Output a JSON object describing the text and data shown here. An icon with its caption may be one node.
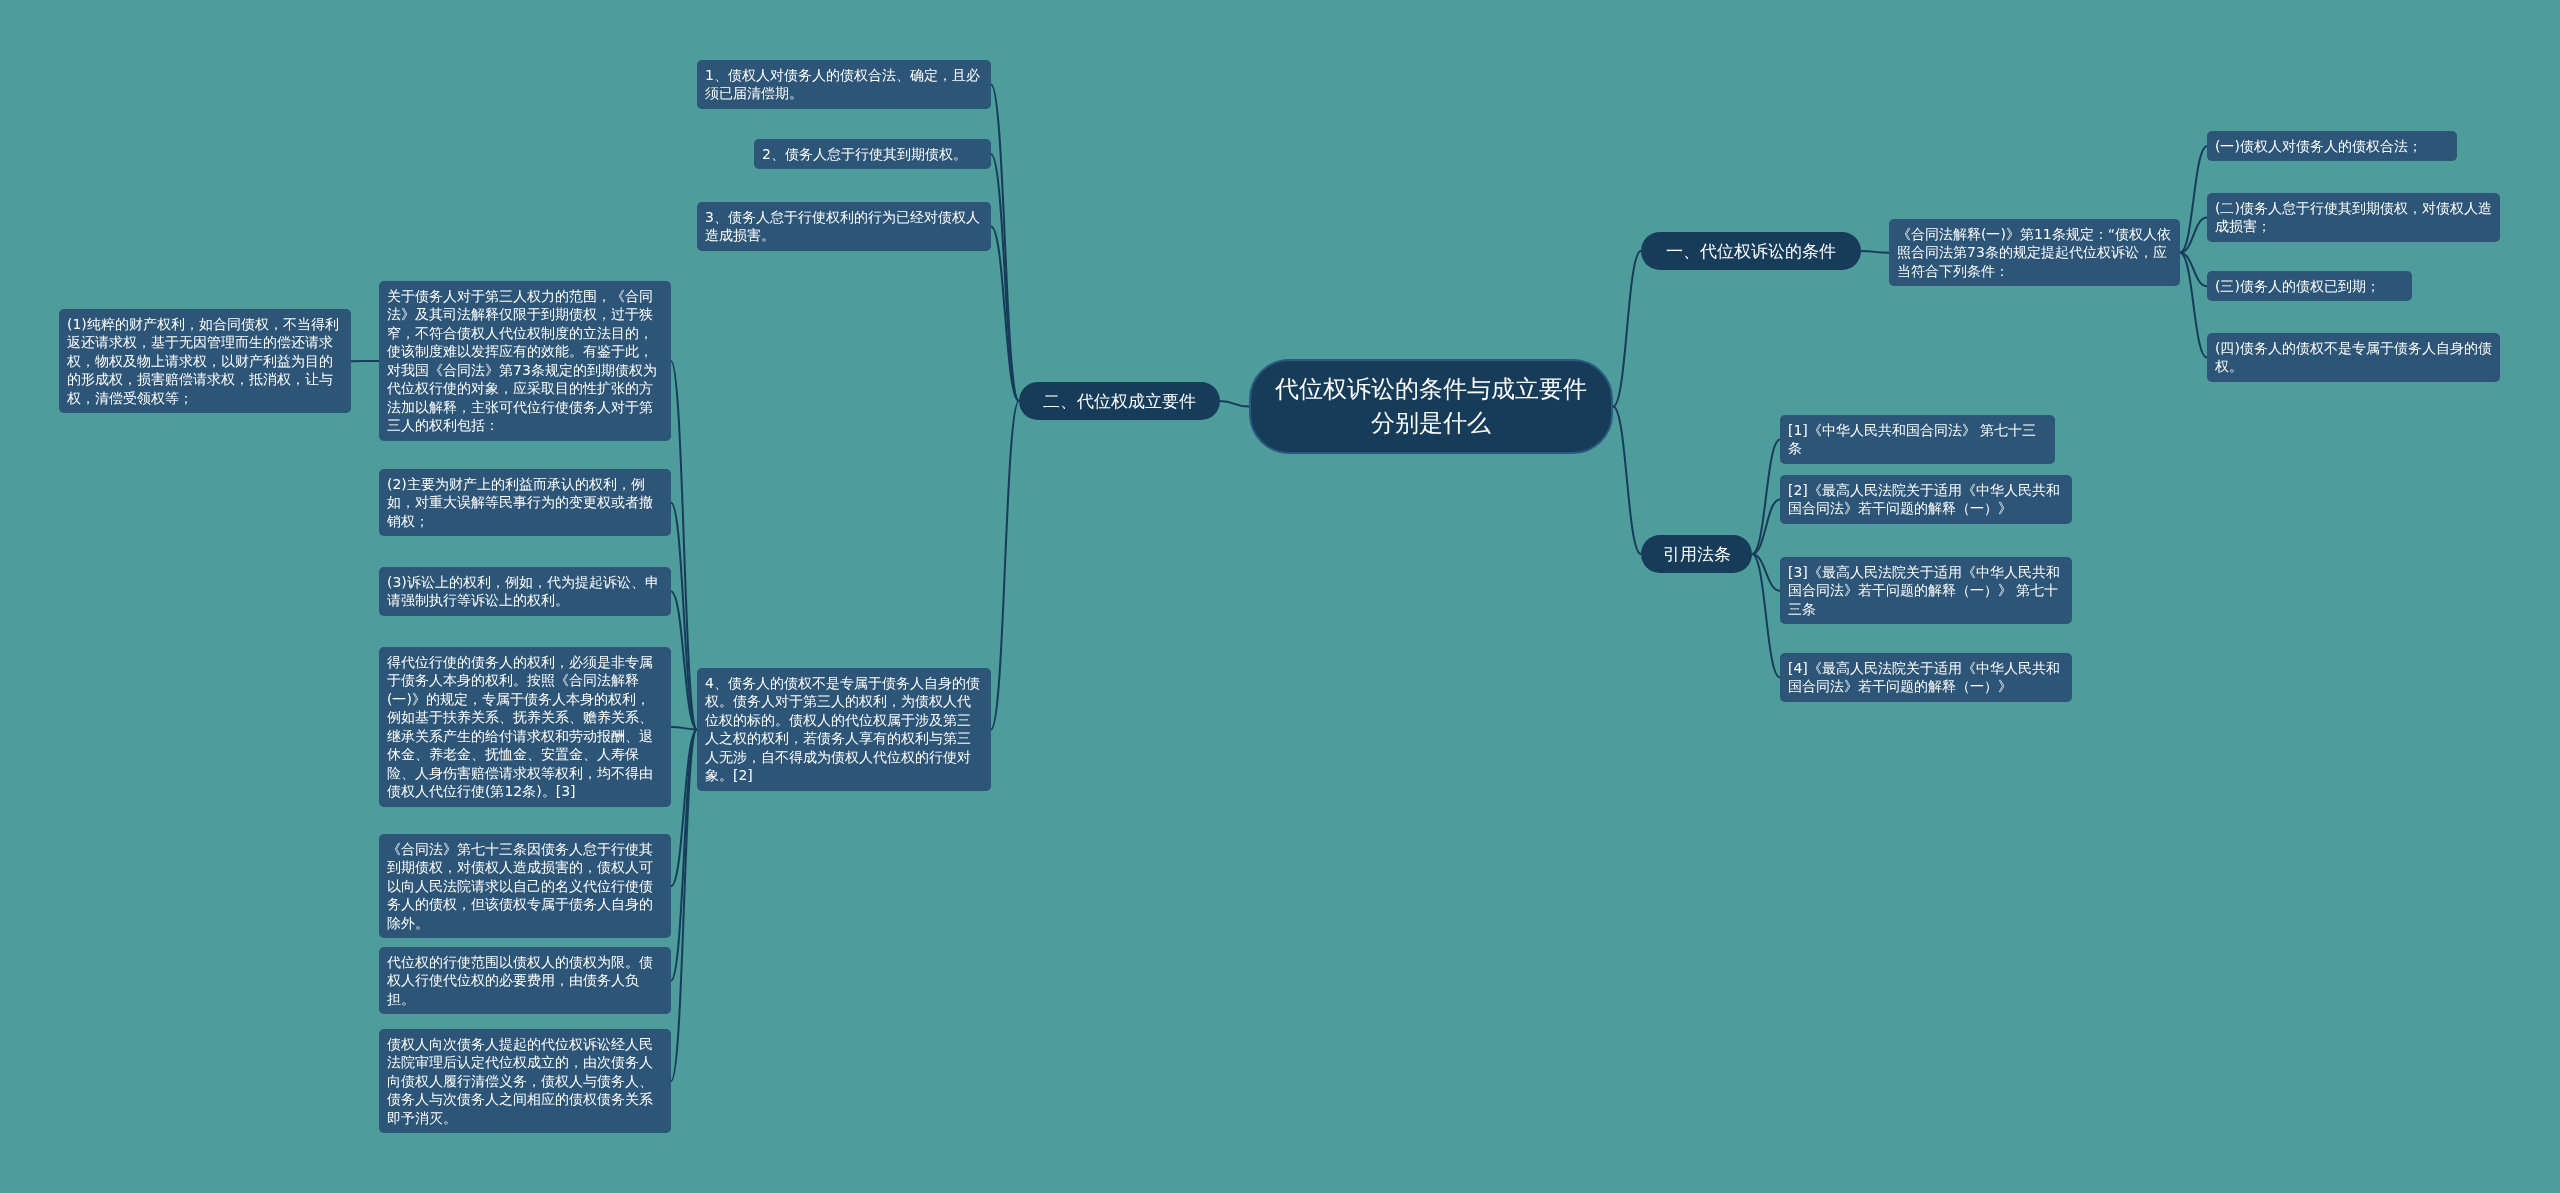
{
  "diagram": {
    "nodes": [
      {
        "text": [
          "代位权诉讼的条件与成立要件分别是什么"
        ]
      },
      {
        "text": [
          "一、代位权诉讼的条件"
        ]
      },
      {
        "text": [
          "《合同法解释(一)》第11条规定：“债权人依照合同法第73条的规定提起代位权诉讼，应当符合下列条件："
        ]
      },
      {
        "text": [
          "(一)债权人对债务人的债权合法；"
        ]
      },
      {
        "text": [
          "(二)债务人怠于行使其到期债权，对债权人造成损害；"
        ]
      },
      {
        "text": [
          "(三)债务人的债权已到期；"
        ]
      },
      {
        "text": [
          "(四)债务人的债权不是专属于债务人自身的债权。"
        ]
      },
      {
        "text": [
          "引用法条"
        ]
      },
      {
        "text": [
          "[1]《中华人民共和国合同法》 第七十三条"
        ]
      },
      {
        "text": [
          "[2]《最高人民法院关于适用《中华人民共和国合同法》若干问题的解释（一）》"
        ]
      },
      {
        "text": [
          "[3]《最高人民法院关于适用《中华人民共和国合同法》若干问题的解释（一）》 第七十三条"
        ]
      },
      {
        "text": [
          "[4]《最高人民法院关于适用《中华人民共和国合同法》若干问题的解释（一）》"
        ]
      },
      {
        "text": [
          "二、代位权成立要件"
        ]
      },
      {
        "text": [
          "1、债权人对债务人的债权合法、确定，且必须已届清偿期。"
        ]
      },
      {
        "text": [
          "2、债务人怠于行使其到期债权。"
        ]
      },
      {
        "text": [
          "3、债务人怠于行使权利的行为已经对债权人造成损害。"
        ]
      },
      {
        "text": [
          "4、债务人的债权不是专属于债务人自身的债权。债务人对于第三人的权利，为债权人代位权的标的。债权人的代位权属于涉及第三人之权的权利，若债务人享有的权利与第三人无涉，自不得成为债权人代位权的行使对象。[2]"
        ]
      },
      {
        "text": [
          "关于债务人对于第三人权力的范围，《合同法》及其司法解释仅限于到期债权，过于狭窄，不符合债权人代位权制度的立法目的，使该制度难以发挥应有的效能。有鉴于此，对我国《合同法》第73条规定的到期债权为代位权行使的对象，应采取目的性扩张的方法加以解释，主张可代位行使债务人对于第三人的权利包括："
        ]
      },
      {
        "text": [
          "(1)纯粹的财产权利，如合同债权，不当得利返还请求权，基于无因管理而生的偿还请求权，物权及物上请求权，以财产利益为目的的形成权，损害赔偿请求权，抵消权，让与权，清偿受领权等；"
        ]
      },
      {
        "text": [
          "(2)主要为财产上的利益而承认的权利，例如，对重大误解等民事行为的变更权或者撤销权；"
        ]
      },
      {
        "text": [
          "(3)诉讼上的权利，例如，代为提起诉讼、申请强制执行等诉讼上的权利。"
        ]
      },
      {
        "text": [
          "得代位行使的债务人的权利，必须是非专属于债务人本身的权利。按照《合同法解释(一)》的规定，专属于债务人本身的权利，例如基于扶养关系、抚养关系、赡养关系、继承关系产生的给付请求权和劳动报酬、退休金、养老金、抚恤金、安置金、人寿保险、人身伤害赔偿请求权等权利，均不得由债权人代位行使(第12条)。[3]"
        ]
      },
      {
        "text": [
          "《合同法》第七十三条因债务人怠于行使其到期债权，对债权人造成损害的，债权人可以向人民法院请求以自己的名义代位行使债务人的债权，但该债权专属于债务人自身的除外。"
        ]
      },
      {
        "text": [
          "代位权的行使范围以债权人的债权为限。债权人行使代位权的必要费用，由债务人负担。"
        ]
      },
      {
        "text": [
          "债权人向次债务人提起的代位权诉讼经人民法院审理后认定代位权成立的，由次债务人向债权人履行清偿义务，债权人与债务人、债务人与次债务人之间相应的债权债务关系即予消灭。"
        ]
      }
    ],
    "edges": [
      {
        "from": 0,
        "to": 1,
        "arrow": "none"
      },
      {
        "from": 0,
        "to": 7,
        "arrow": "none"
      },
      {
        "from": 0,
        "to": 12,
        "arrow": "none"
      },
      {
        "from": 1,
        "to": 2,
        "arrow": "none"
      },
      {
        "from": 2,
        "to": 3,
        "arrow": "none"
      },
      {
        "from": 2,
        "to": 4,
        "arrow": "none"
      },
      {
        "from": 2,
        "to": 5,
        "arrow": "none"
      },
      {
        "from": 2,
        "to": 6,
        "arrow": "none"
      },
      {
        "from": 7,
        "to": 8,
        "arrow": "none"
      },
      {
        "from": 7,
        "to": 9,
        "arrow": "none"
      },
      {
        "from": 7,
        "to": 10,
        "arrow": "none"
      },
      {
        "from": 7,
        "to": 11,
        "arrow": "none"
      },
      {
        "from": 12,
        "to": 13,
        "arrow": "none"
      },
      {
        "from": 12,
        "to": 14,
        "arrow": "none"
      },
      {
        "from": 12,
        "to": 15,
        "arrow": "none"
      },
      {
        "from": 12,
        "to": 16,
        "arrow": "none"
      },
      {
        "from": 16,
        "to": 17,
        "arrow": "none"
      },
      {
        "from": 17,
        "to": 18,
        "arrow": "none"
      },
      {
        "from": 16,
        "to": 19,
        "arrow": "none"
      },
      {
        "from": 16,
        "to": 20,
        "arrow": "none"
      },
      {
        "from": 16,
        "to": 21,
        "arrow": "none"
      },
      {
        "from": 16,
        "to": 22,
        "arrow": "none"
      },
      {
        "from": 16,
        "to": 23,
        "arrow": "none"
      },
      {
        "from": 16,
        "to": 24,
        "arrow": "none"
      }
    ]
  }
}
